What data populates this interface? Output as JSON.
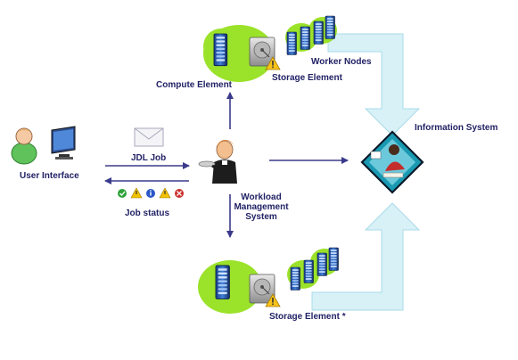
{
  "labels": {
    "compute_element": "Compute Element",
    "storage_element_top": "Storage Element",
    "worker_nodes": "Worker Nodes",
    "information_system": "Information System",
    "user_interface": "User Interface",
    "jdl_job": "JDL Job",
    "job_status": "Job status",
    "wms_line1": "Workload",
    "wms_line2": "Management",
    "wms_line3": "System",
    "storage_element_bottom": "Storage Element *"
  },
  "colors": {
    "arrow": "#3a3a8c",
    "info_flow": "#d7f1f7",
    "info_flow_edge": "#a9dbe8",
    "blob": "#9be22a",
    "label": "#222266"
  },
  "icons": {
    "user": "user-icon",
    "monitor": "monitor-icon",
    "envelope": "envelope-icon",
    "manager": "manager-icon",
    "info_system": "information-system-icon",
    "server": "server-rack-icon",
    "disk": "hard-disk-icon",
    "warning": "warning-icon",
    "status_ok": "ok-status-icon",
    "status_warning": "warning-status-icon",
    "status_info": "info-status-icon",
    "status_alert": "alert-status-icon",
    "status_error": "error-status-icon"
  }
}
